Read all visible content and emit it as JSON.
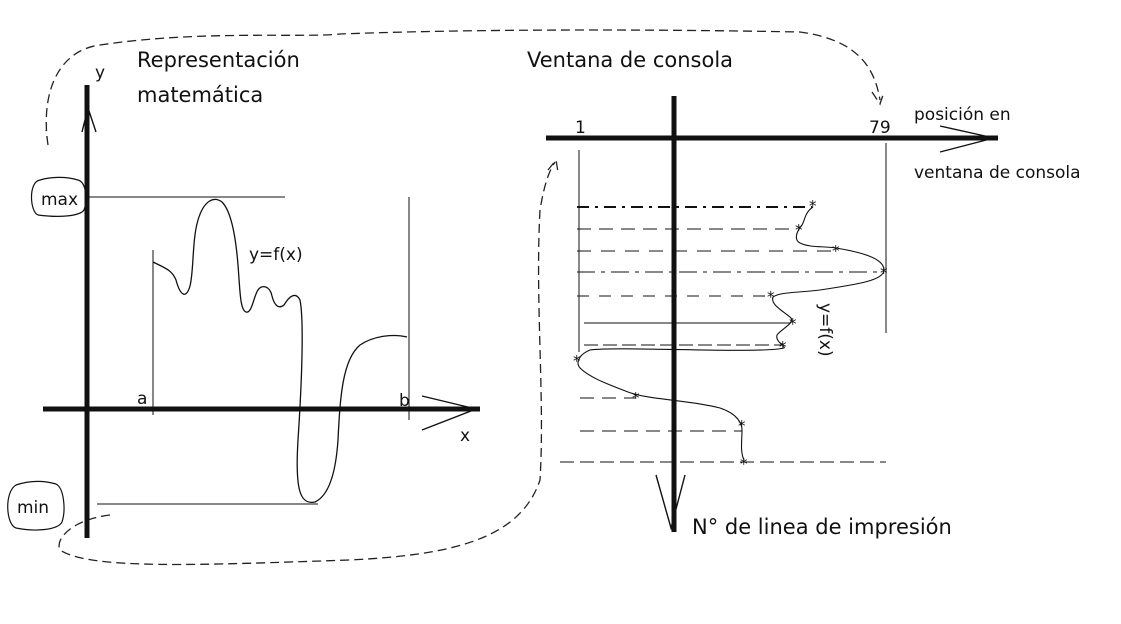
{
  "left": {
    "title_line1": "Representación",
    "title_line2": "matemática",
    "y_axis_label": "y",
    "x_axis_label": "x",
    "max_label": "max",
    "min_label": "min",
    "a_label": "a",
    "b_label": "b",
    "function_label": "y=f(x)"
  },
  "right": {
    "title": "Ventana de consola",
    "tick_start": "1",
    "tick_end": "79",
    "h_axis_label_line1": "posición en",
    "h_axis_label_line2": "ventana de consola",
    "v_axis_label": "N° de linea de impresión",
    "function_label": "y=f(x)",
    "marker": "*"
  },
  "colors": {
    "ink": "#111111"
  }
}
